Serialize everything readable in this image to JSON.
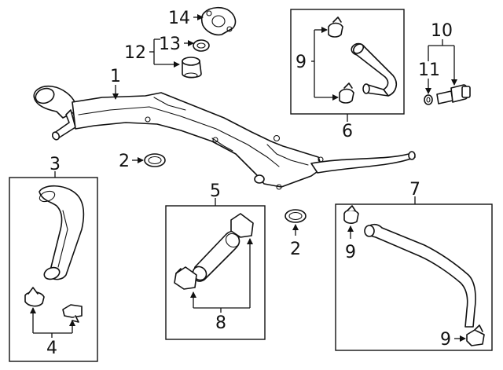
{
  "colors": {
    "line": "#111111",
    "background": "#ffffff"
  },
  "callouts": {
    "c1": "1",
    "c2a": "2",
    "c2b": "2",
    "c3": "3",
    "c4": "4",
    "c5": "5",
    "c6": "6",
    "c7": "7",
    "c8": "8",
    "c9a": "9",
    "c9b": "9",
    "c9c": "9",
    "c10": "10",
    "c11": "11",
    "c12": "12",
    "c13": "13",
    "c14": "14"
  }
}
